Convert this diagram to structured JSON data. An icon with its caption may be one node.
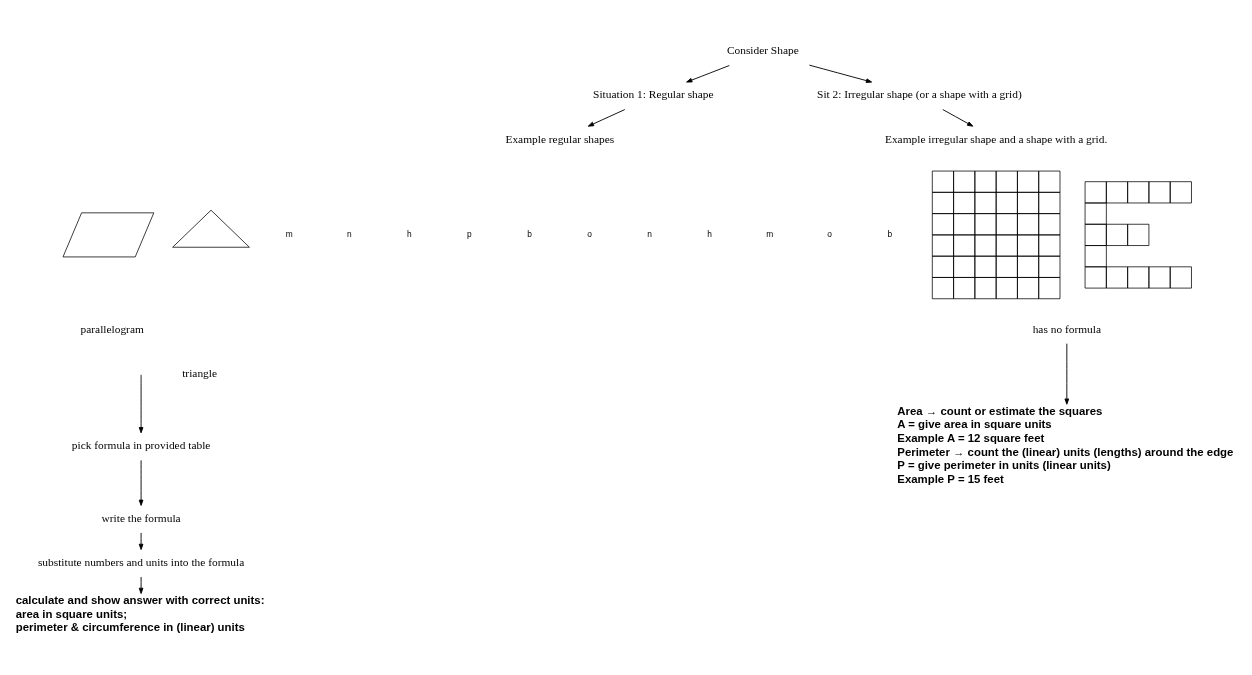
{
  "diagram": {
    "nodes": [
      {
        "text": [
          "Consider Shape"
        ]
      },
      {
        "text": [
          "Situation 1: Regular shape"
        ]
      },
      {
        "text": [
          "Example regular shapes"
        ]
      },
      {
        "text": [],
        "shape": "parallelogram"
      },
      {
        "text": [],
        "shape": "triangle"
      },
      {
        "text": [
          "parallelogram"
        ]
      },
      {
        "text": [
          "triangle"
        ]
      },
      {
        "text": [
          "pick formula in provided table"
        ]
      },
      {
        "text": [
          "write the formula"
        ]
      },
      {
        "text": [
          "substitute numbers and units into the formula"
        ]
      },
      {
        "text": [
          "calculate and show answer with correct units:",
          "area in square units;",
          "perimeter & circumference in (linear) units"
        ]
      },
      {
        "text": [
          "Sit 2: Irregular shape (or a shape with a grid)"
        ]
      },
      {
        "text": [
          "Example irregular shape and a shape with a grid."
        ]
      },
      {
        "text": [],
        "shape": "grid"
      },
      {
        "text": [],
        "shape": "grid"
      },
      {
        "text": [
          "has no formula"
        ]
      },
      {
        "text": [
          "Area → count or estimate the squares",
          "A = give area in square units",
          "Example A = 12 square feet",
          "Perimeter → count the (linear) units (lengths) around the edge",
          "P = give perimeter in units (linear units)",
          "Example P = 15 feet"
        ]
      }
    ],
    "edges": [
      {
        "from": 0,
        "to": 1,
        "arrow": "to"
      },
      {
        "from": 0,
        "to": 11,
        "arrow": "to"
      },
      {
        "from": 1,
        "to": 2,
        "arrow": "to"
      },
      {
        "from": null,
        "to": 7,
        "arrow": "to"
      },
      {
        "from": 7,
        "to": 8,
        "arrow": "to"
      },
      {
        "from": 8,
        "to": 9,
        "arrow": "to"
      },
      {
        "from": 9,
        "to": 10,
        "arrow": "to"
      },
      {
        "from": 11,
        "to": 12,
        "arrow": "to"
      },
      {
        "from": 15,
        "to": 16,
        "arrow": "to"
      }
    ],
    "labels": [
      "m",
      "n",
      "h",
      "p",
      "b",
      "o",
      "n",
      "h",
      "m",
      "o",
      "b"
    ]
  }
}
